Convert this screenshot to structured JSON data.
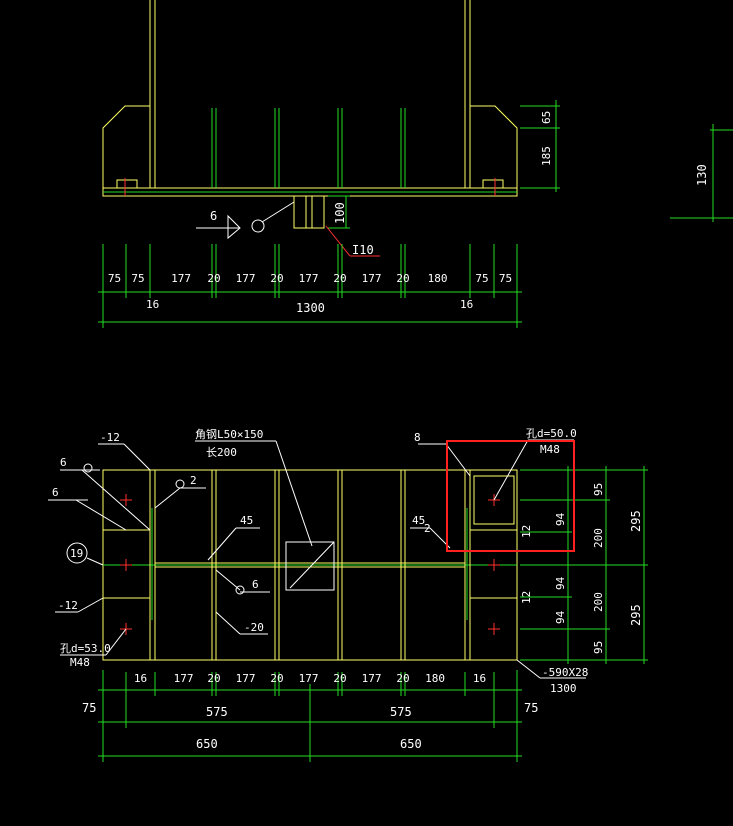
{
  "colors": {
    "background": "#000000",
    "outline": "#ffff66",
    "dimension": "#22dd22",
    "text": "#ffffff",
    "highlight": "#ff2020"
  },
  "elevation": {
    "weld_size": "6",
    "stub_height": "100",
    "stub_profile": "I10",
    "right_dims": [
      "65",
      "185"
    ],
    "row_dims": [
      "75",
      "75",
      "177",
      "20",
      "177",
      "20",
      "177",
      "20",
      "177",
      "20",
      "180",
      "75",
      "75"
    ],
    "sub_dims": [
      "16",
      "16"
    ],
    "total": "1300",
    "far_right_dim": "130"
  },
  "plan": {
    "label_plate_top": "-12",
    "label_plate_bottom": "-12",
    "label_angle_1": "角钢L50×150",
    "label_angle_2": "长200",
    "weld_labels": [
      "6",
      "6",
      "2",
      "45",
      "45",
      "6",
      "2",
      "8",
      "12",
      "12"
    ],
    "label_stiffener": "-20",
    "callout": "19",
    "hole_top": "孔d=50.0",
    "bolt_top": "M48",
    "hole_bottom": "孔d=53.0",
    "bolt_bottom": "M48",
    "base_plate": "-590X28",
    "base_plate_length": "1300",
    "bottom_dims": [
      "16",
      "177",
      "20",
      "177",
      "20",
      "177",
      "20",
      "177",
      "20",
      "180",
      "16"
    ],
    "mid_dims": [
      "75",
      "575",
      "575",
      "75"
    ],
    "half_dims": [
      "650",
      "650"
    ],
    "right_inner": [
      "95",
      "94",
      "94",
      "94",
      "95"
    ],
    "right_mid": [
      "200",
      "200"
    ],
    "right_outer": [
      "295",
      "295"
    ]
  }
}
